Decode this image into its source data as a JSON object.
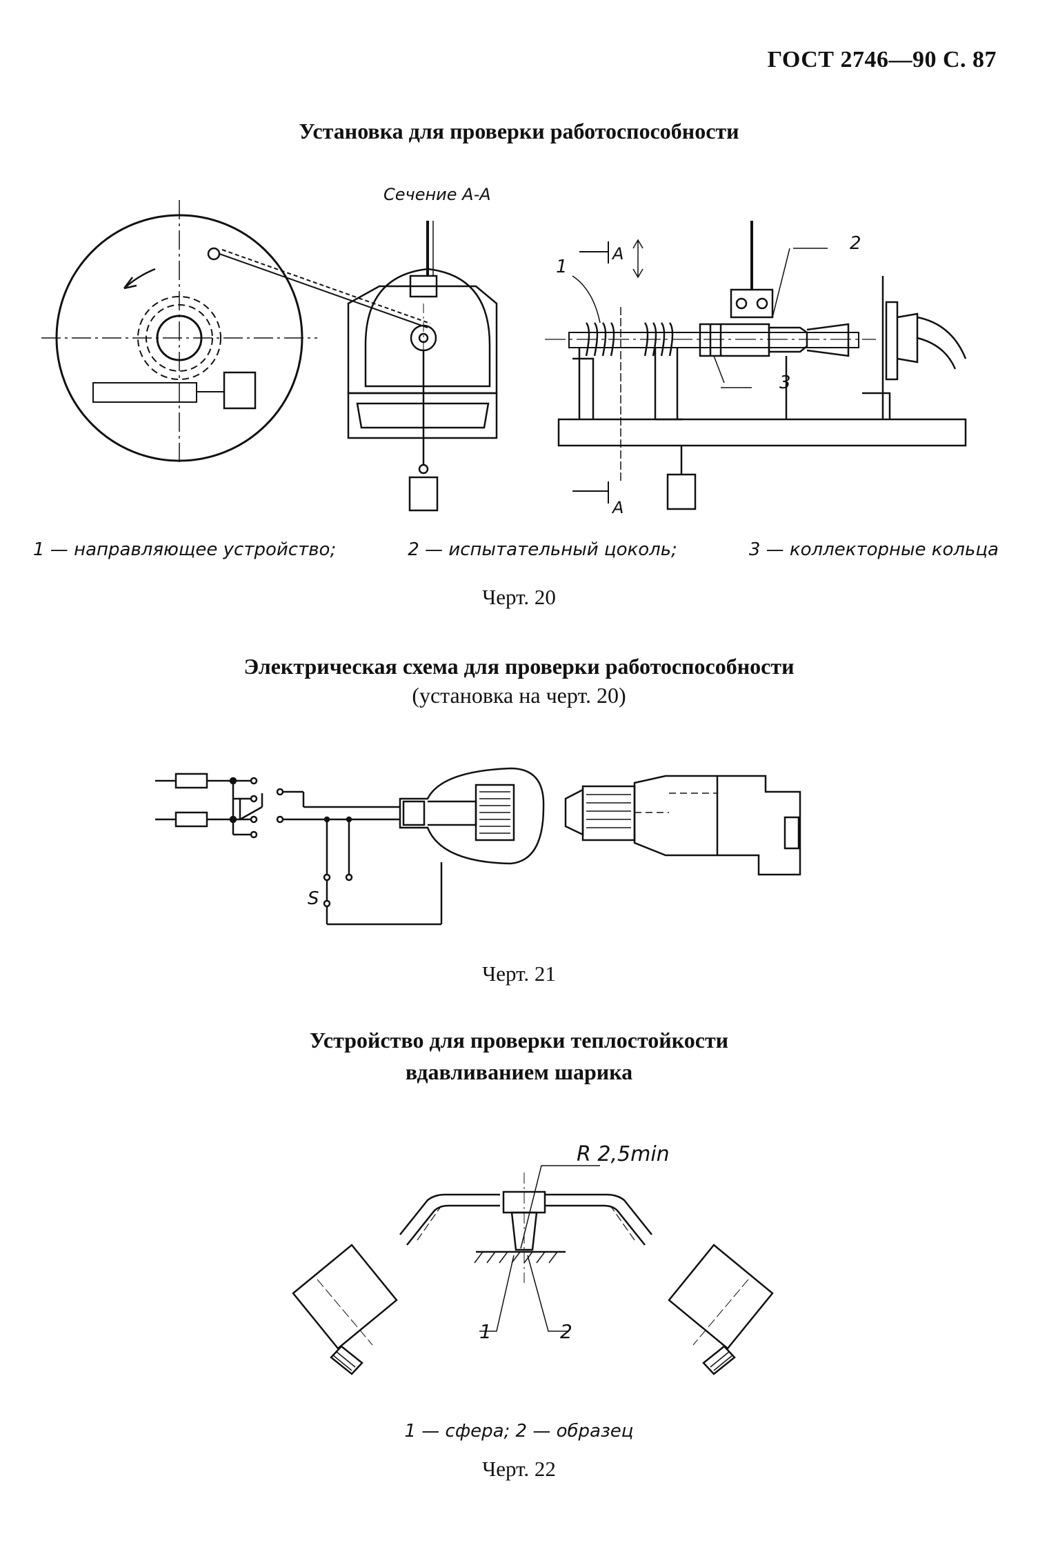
{
  "page": {
    "header": "ГОСТ 2746—90 С. 87"
  },
  "fig20": {
    "title": "Установка для проверки работоспособности",
    "section_label": "Сечение А-А",
    "arrow_label_top": "А",
    "arrow_label_bottom": "А",
    "callouts": [
      "1",
      "2",
      "3"
    ],
    "legend": {
      "item1": "1 — направляющее устройство;",
      "item2": "2 — испытательный цоколь;",
      "item3": "3 — коллекторные кольца"
    },
    "caption": "Черт. 20"
  },
  "fig21": {
    "title": "Электрическая схема для проверки работоспособности",
    "subtitle": "(установка на черт. 20)",
    "switch_label": "S",
    "caption": "Черт. 21"
  },
  "fig22": {
    "title_line1": "Устройство для проверки теплостойкости",
    "title_line2": "вдавливанием шарика",
    "radius_label": "R 2,5min",
    "callouts": [
      "1",
      "2"
    ],
    "legend": "1 — сфера; 2 — образец",
    "caption": "Черт. 22"
  }
}
